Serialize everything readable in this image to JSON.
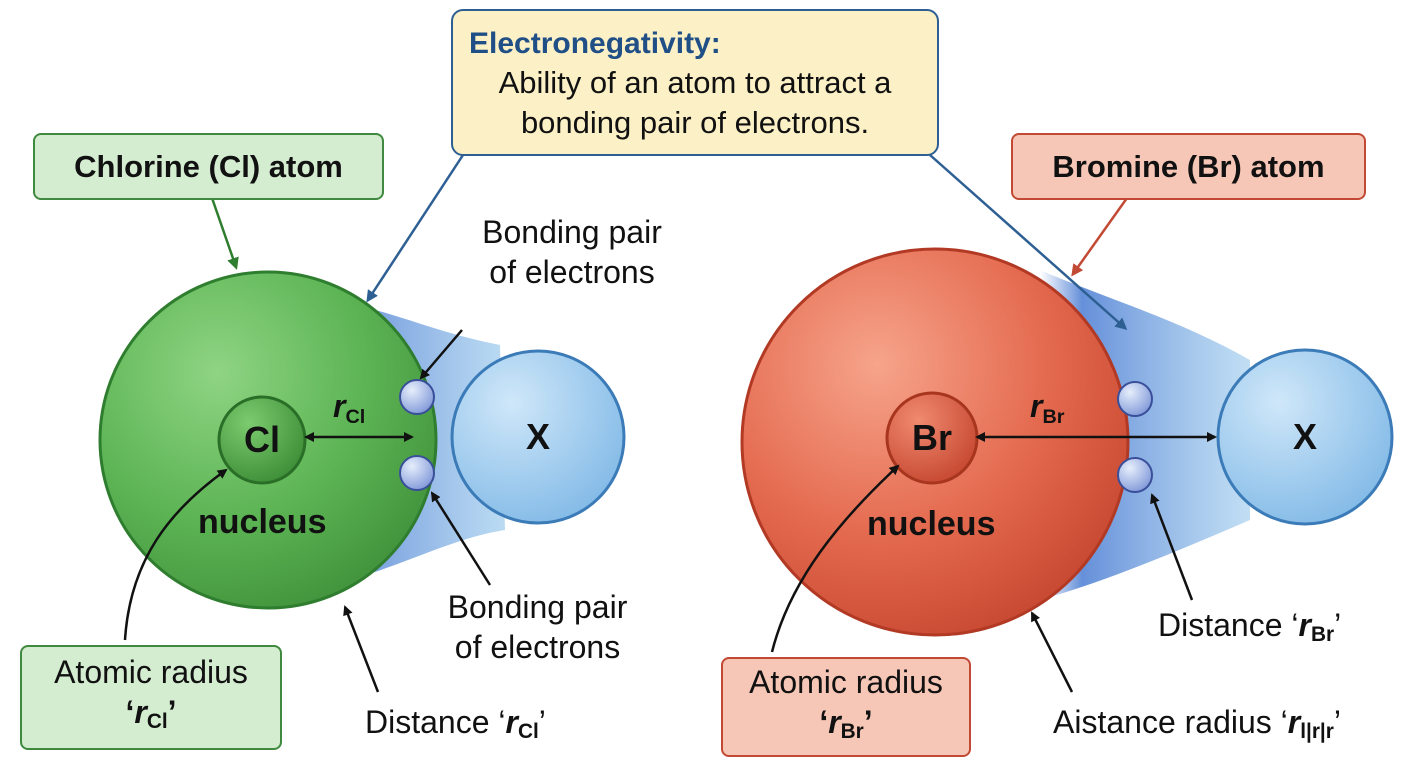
{
  "definition": {
    "title": "Electronegativity:",
    "line1": "Ability of an atom to attract a",
    "line2": "bonding pair of electrons."
  },
  "chlorine": {
    "label": "Chlorine (Cl) atom",
    "nucleus_symbol": "Cl",
    "nucleus_label": "nucleus",
    "partner_symbol": "X",
    "r_symbol": "r",
    "r_subscript": "Cl",
    "bonding_pair_top_line1": "Bonding pair",
    "bonding_pair_top_line2": "of electrons",
    "bonding_pair_bottom_line1": "Bonding pair",
    "bonding_pair_bottom_line2": "of electrons",
    "radius_box_line1": "Atomic radius",
    "radius_box_open_quote": "‘",
    "radius_box_close_quote": "’",
    "distance_prefix": "Distance ‘",
    "distance_suffix": "’"
  },
  "bromine": {
    "label": "Bromine (Br) atom",
    "nucleus_symbol": "Br",
    "nucleus_label": "nucleus",
    "partner_symbol": "X",
    "r_symbol": "r",
    "r_subscript": "Br",
    "distance_prefix": "Distance ‘",
    "distance_suffix": "’",
    "radius_box_line1": "Atomic radius",
    "radius_box_open_quote": "‘",
    "radius_box_close_quote": "’",
    "aistance_prefix": "Aistance radius ‘",
    "aistance_subscript": "l|r|r",
    "aistance_suffix": "’"
  },
  "colors": {
    "chlorine_green": "#5cb454",
    "bromine_red": "#dd5a40",
    "partner_blue": "#8ec3ea",
    "electron_cloud_blue": "#4f86d6",
    "definition_border": "#2e5f93"
  }
}
